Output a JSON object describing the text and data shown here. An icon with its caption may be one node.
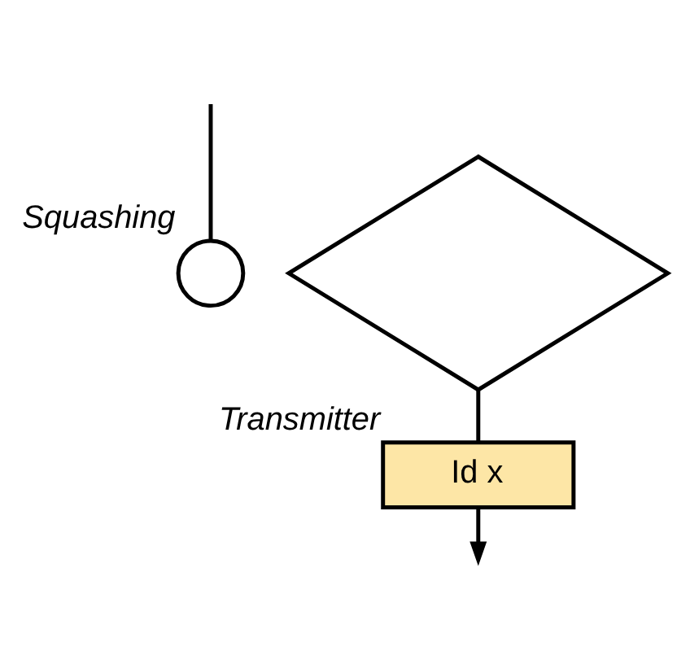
{
  "diagram": {
    "nodes": [
      {
        "text": [],
        "shape": "circle",
        "beside": [
          "Squashing"
        ]
      },
      {
        "text": [],
        "shape": "diamond"
      },
      {
        "text": [
          "Id x"
        ],
        "beside": [
          "Transmitter"
        ]
      }
    ],
    "edges": [
      {
        "from": null,
        "to": 0,
        "arrow": "none"
      },
      {
        "from": 1,
        "to": 2,
        "arrow": "none"
      },
      {
        "from": 2,
        "to": null,
        "arrow": "to"
      }
    ]
  }
}
